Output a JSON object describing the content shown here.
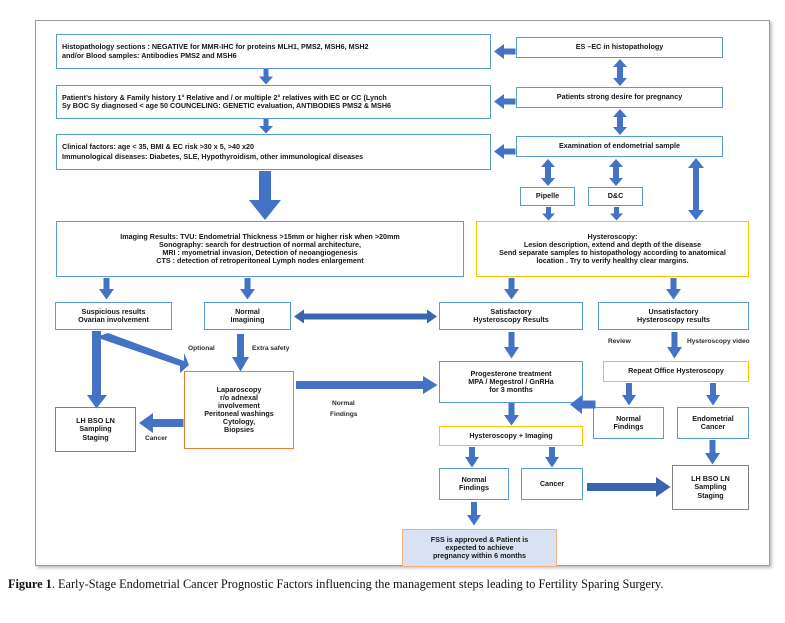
{
  "figure": {
    "caption_label": "Figure 1",
    "caption_text": ". Early-Stage Endometrial Cancer Prognostic Factors influencing the management steps leading to Fertility Sparing Surgery."
  },
  "colors": {
    "blue_border": "#5B9BD5",
    "orange_border": "#ED7D31",
    "yellow_border": "#FFC000",
    "gray_border": "#808080",
    "peach_border": "#F4B183",
    "peach_fill": "#D9E2F3",
    "arrow_fill": "#4472C4",
    "frame_border": "#9A9A9A"
  },
  "nodes": {
    "histopathology_sections": {
      "line1": "Histopathology sections : NEGATIVE for MMR-IHC for proteins MLH1, PMS2, MSH6, MSH2",
      "line2": "and/or Blood samples: Antibodies PMS2 and MSH6"
    },
    "patient_history": {
      "line1": "Patient’s history & Family history 1° Relative and / or multiple 2° relatives with EC or CC (Lynch",
      "line2": "Sy BOC Sy diagnosed < age 50   COUNCELING: GENETIC evaluation, ANTIBODIES PMS2 &  MSH6"
    },
    "clinical_factors": {
      "line1": "Clinical factors: age < 35, BMI & EC risk >30 x 5, >40  x20",
      "line2": "Immunological diseases: Diabetes, SLE, Hypothyroidism, other immunological diseases"
    },
    "imaging_results": {
      "line1": "Imaging Results: TVU: Endometrial Thickness >15mm or higher risk when >20mm",
      "line2": "Sonography: search for destruction of normal architecture,",
      "line3": "MRI : myometrial invasion, Detection of neoangiogenesis",
      "line4": "CTS : detection of retroperitoneal Lymph nodes enlargement"
    },
    "es_ec_histopathology": {
      "line1": "ES –EC in histopathology"
    },
    "strong_desire": {
      "line1": "Patients strong desire for pregnancy"
    },
    "examination_sample": {
      "line1": "Examination of endometrial sample"
    },
    "pipelle": {
      "line1": "Pipelle"
    },
    "dc": {
      "line1": "D&C"
    },
    "hysteroscopy": {
      "line1": "Hysteroscopy:",
      "line2": "Lesion description, extend and depth of the disease",
      "line3": "Send separate samples to histopathology according to anatomical",
      "line4": "location . Try to verify healthy clear margins."
    },
    "suspicious_results": {
      "line1": "Suspicious results",
      "line2": "Ovarian involvement"
    },
    "normal_imagining": {
      "line1": "Normal",
      "line2": "Imagining"
    },
    "satisfactory_hysteroscopy": {
      "line1": "Satisfactory",
      "line2": "Hysteroscopy Results"
    },
    "unsatisfactory_hysteroscopy": {
      "line1": "Unsatisfactory",
      "line2": "Hysteroscopy results"
    },
    "laparoscopy": {
      "line1": "Laparoscopy",
      "line2": "r/o adnexal",
      "line3": "involvement",
      "line4": "Peritoneal washings",
      "line5": "Cytology,",
      "line6": "Biopsies"
    },
    "lh_bso_left": {
      "line1": "LH BSO LN",
      "line2": "Sampling",
      "line3": "Staging"
    },
    "progesterone": {
      "line1": "Progesterone treatment",
      "line2": "MPA / Megestrol / GnRHa",
      "line3": "for 3 months"
    },
    "repeat_office_hysteroscopy": {
      "line1": "Repeat Office Hysteroscopy"
    },
    "normal_findings_right": {
      "line1": "Normal",
      "line2": "Findings"
    },
    "endometrial_cancer": {
      "line1": "Endometrial",
      "line2": "Cancer"
    },
    "hysteroscopy_imaging": {
      "line1": "Hysteroscopy + Imaging"
    },
    "normal_findings_bottom": {
      "line1": "Normal",
      "line2": "Findings"
    },
    "cancer_bottom": {
      "line1": "Cancer"
    },
    "lh_bso_right": {
      "line1": "LH BSO LN",
      "line2": "Sampling",
      "line3": "Staging"
    },
    "fss_approved": {
      "line1": "FSS is approved & Patient is",
      "line2": "expected to achieve",
      "line3": "pregnancy within 6 months"
    }
  },
  "edge_labels": {
    "optional": "Optional",
    "extra_safety": "Extra safety",
    "cancer": "Cancer",
    "normal_findings": "Normal",
    "normal_findings2": "Findings",
    "review": "Review",
    "hysteroscopy_video": "Hysteroscopy video"
  }
}
